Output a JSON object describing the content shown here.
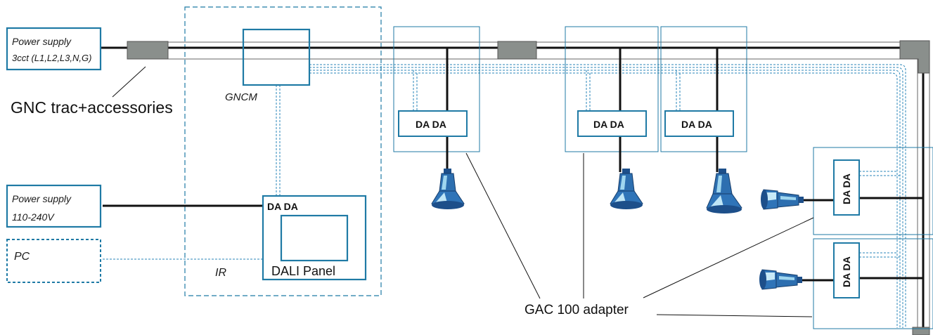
{
  "colors": {
    "box_border": "#1f7aa5",
    "wire": "#111111",
    "dali_line": "#2a86b8",
    "track_gray": "#8a8f8c",
    "spot_fill": "#2d6fb0",
    "spot_light": "#c8e9f7"
  },
  "labels": {
    "power_supply_3cct_line1": "Power supply",
    "power_supply_3cct_line2": "3cct (L1,L2,L3,N,G)",
    "gnc_trac": "GNC trac+accessories",
    "gncm": "GNCM",
    "power_supply_110_line1": "Power supply",
    "power_supply_110_line2": "110-240V",
    "pc": "PC",
    "ir": "IR",
    "dali_panel": "DALI Panel",
    "gac_adapter": "GAC 100 adapter"
  },
  "adapters": [
    {
      "id": "adapter-1",
      "label": "DA DA"
    },
    {
      "id": "adapter-2",
      "label": "DA DA"
    },
    {
      "id": "adapter-3",
      "label": "DA DA"
    },
    {
      "id": "adapter-4",
      "label": "DA DA"
    },
    {
      "id": "adapter-5",
      "label": "DA DA"
    }
  ],
  "panel_terminal_label": "DA DA",
  "icons": [
    "spotlight-icon",
    "track-connector-icon",
    "track-corner-icon"
  ]
}
